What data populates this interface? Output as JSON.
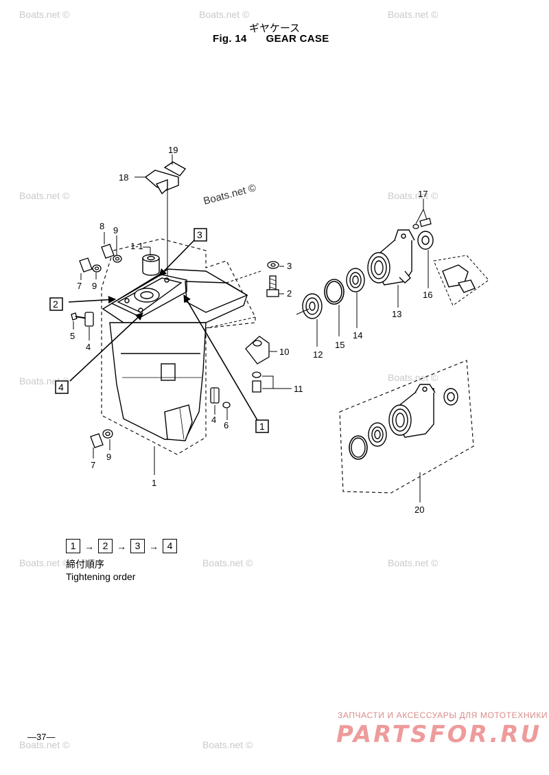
{
  "header": {
    "title_jp": "ギヤケース",
    "fig_label": "Fig. 14",
    "title_en": "GEAR CASE"
  },
  "watermark": "Boats.net ©",
  "callouts": [
    "1",
    "1-1",
    "2",
    "3",
    "4",
    "4",
    "5",
    "6",
    "7",
    "7",
    "8",
    "9",
    "9",
    "9",
    "10",
    "11",
    "12",
    "13",
    "14",
    "15",
    "16",
    "17",
    "18",
    "19",
    "20"
  ],
  "boxed_callouts": [
    "1",
    "2",
    "3",
    "4"
  ],
  "tightening": {
    "steps": [
      "1",
      "2",
      "3",
      "4"
    ],
    "arrow": "→",
    "label_jp": "締付順序",
    "label_en": "Tightening order"
  },
  "page_number": "—37—",
  "brand": {
    "tagline": "ЗАПЧАСТИ И АКСЕССУАРЫ ДЛЯ МОТОТЕХНИКИ",
    "logo": "PARTSFOR.RU"
  },
  "colors": {
    "line": "#000000",
    "watermark": "#c9c9c9",
    "brand": "#ee9b9b"
  }
}
